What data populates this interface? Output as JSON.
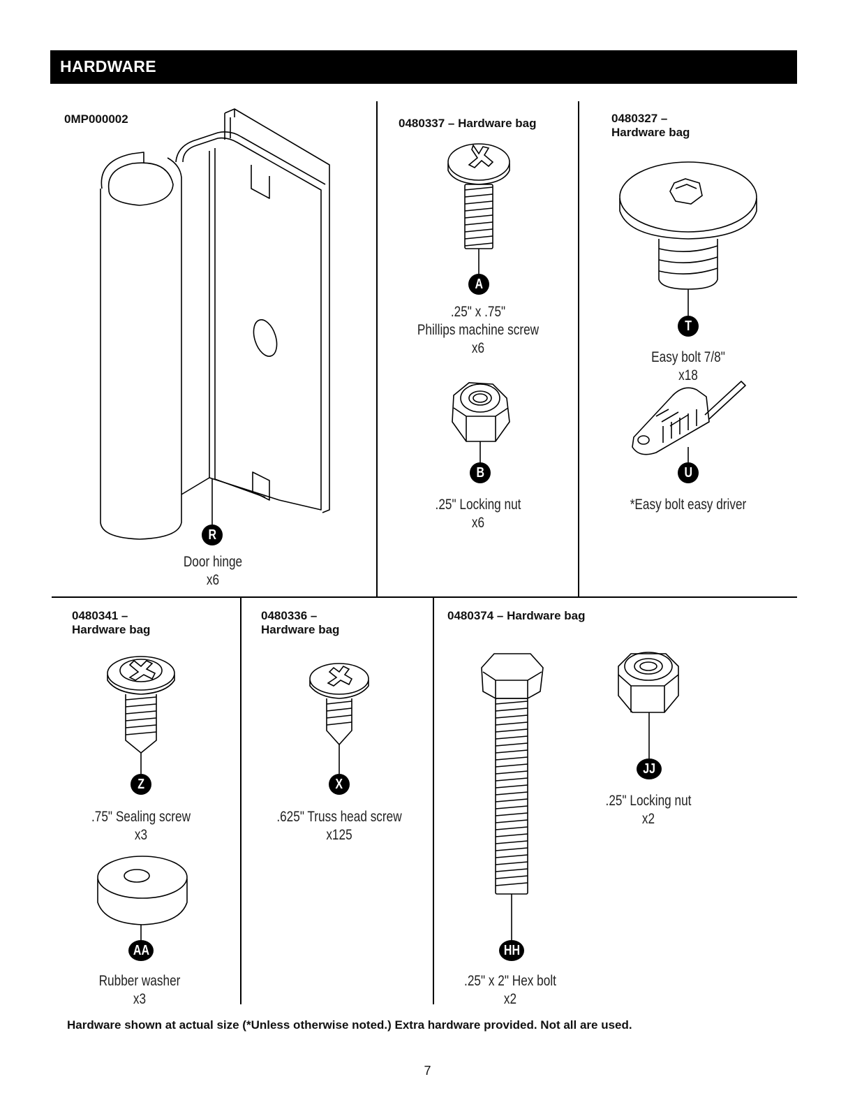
{
  "header": {
    "title": "HARDWARE"
  },
  "items": {
    "door_hinge": {
      "part_number": "0MP000002",
      "badge": "R",
      "caption": [
        "Door hinge",
        "x6"
      ],
      "icon": "door-hinge-icon"
    },
    "bag_0480337": {
      "part_number": "0480337 – Hardware bag"
    },
    "phillips_screw": {
      "badge": "A",
      "caption": [
        ".25\" x .75\"",
        "Phillips machine screw",
        "x6"
      ],
      "icon": "phillips-screw-icon"
    },
    "locking_nut_b": {
      "badge": "B",
      "caption": [
        ".25\" Locking nut",
        "x6"
      ],
      "icon": "locking-nut-icon"
    },
    "bag_0480327": {
      "part_number": [
        "0480327 –",
        "Hardware bag"
      ]
    },
    "easy_bolt": {
      "badge": "T",
      "caption": [
        "Easy bolt 7/8\"",
        "x18"
      ],
      "icon": "easy-bolt-icon"
    },
    "easy_driver": {
      "badge": "U",
      "caption": [
        "*Easy bolt easy driver"
      ],
      "icon": "easy-driver-icon"
    },
    "bag_0480341": {
      "part_number": [
        "0480341 –",
        "Hardware bag"
      ]
    },
    "sealing_screw": {
      "badge": "Z",
      "caption": [
        ".75\" Sealing screw",
        "x3"
      ],
      "icon": "sealing-screw-icon"
    },
    "rubber_washer": {
      "badge": "AA",
      "caption": [
        "Rubber washer",
        "x3"
      ],
      "icon": "rubber-washer-icon"
    },
    "bag_0480336": {
      "part_number": [
        "0480336 –",
        "Hardware bag"
      ]
    },
    "truss_screw": {
      "badge": "X",
      "caption": [
        ".625\" Truss head screw",
        "x125"
      ],
      "icon": "truss-head-screw-icon"
    },
    "bag_0480374": {
      "part_number": "0480374 – Hardware bag"
    },
    "hex_bolt": {
      "badge": "HH",
      "caption": [
        ".25\" x 2\"  Hex bolt",
        "x2"
      ],
      "icon": "hex-bolt-icon"
    },
    "locking_nut_jj": {
      "badge": "JJ",
      "caption": [
        ".25\" Locking nut",
        "x2"
      ],
      "icon": "locking-nut-icon"
    }
  },
  "footer": {
    "note": "Hardware shown at actual size (*Unless otherwise noted.) Extra hardware provided. Not all are used.",
    "page_number": "7"
  }
}
